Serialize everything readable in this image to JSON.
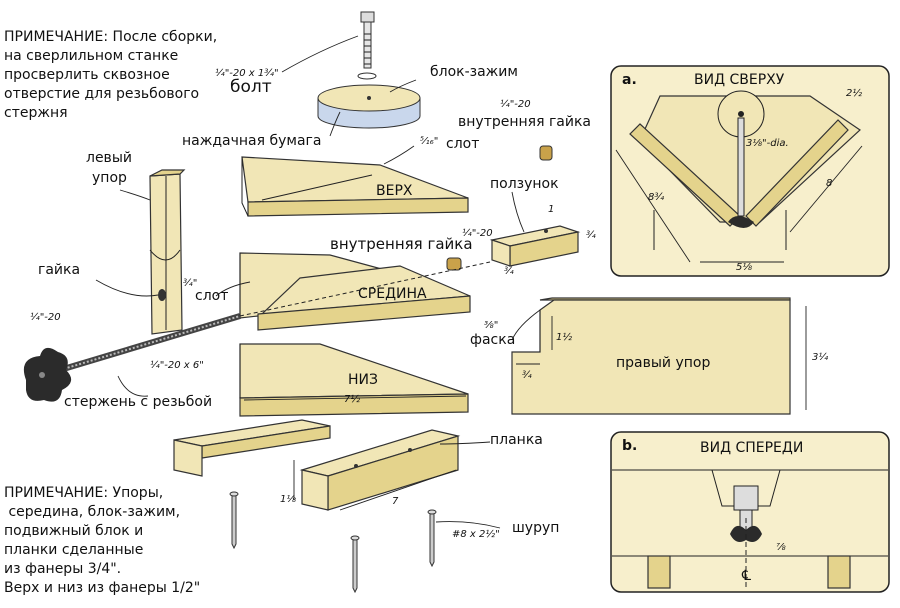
{
  "notes": {
    "top": "ПРИМЕЧАНИЕ: После сборки,\nна сверлильном станке\nпросверлить сквозное\nотверстие для резьбового\nстержня",
    "bottom": "ПРИМЕЧАНИЕ: Упоры,\n середина, блок-зажим,\nподвижный блок и\nпланки сделанные\nиз фанеры 3/4\".\nВерх и низ из фанеры 1/2\""
  },
  "labels": {
    "bolt_size": "¼\"-20 x 1¾\"",
    "bolt": "болт",
    "clamp_block": "блок-зажим",
    "sandpaper": "наждачная бумага",
    "slot_top_dim": "⁵⁄₁₆\"",
    "slot": "слот",
    "top": "ВЕРХ",
    "left_stop": "левый\nупор",
    "nut": "гайка",
    "insert_nut_size_1": "¼\"-20",
    "insert_nut_1": "внутренняя гайка",
    "slider": "ползунок",
    "insert_nut_size_2": "¼\"-20",
    "insert_nut_2": "внутренняя гайка",
    "slot_mid_dim": "¾\"",
    "slot_mid": "слот",
    "middle": "СРЕДИНА",
    "knob_size": "¼\"-20",
    "rod_size": "¼\"-20 x 6\"",
    "rod": "стержень с резьбой",
    "bottom_part": "НИЗ",
    "bottom_dim": "7½",
    "chamfer_dim": "⅜\"",
    "chamfer": "фаска",
    "right_stop": "правый упор",
    "strip": "планка",
    "screw_size": "#8 x 2½\"",
    "screw": "шуруп",
    "strip_height": "1⅛",
    "strip_len": "7",
    "slider_w": "1",
    "slider_h": "¾",
    "slider_d": "¾",
    "rs_notch": "1½",
    "rs_h": "3¼",
    "rs_w": "¾"
  },
  "view_a": {
    "letter": "a.",
    "title": "ВИД СВЕРХУ",
    "dim_top": "2½",
    "disc": "3⅛\"-dia.",
    "dim_left": "8¾",
    "dim_right": "8",
    "dim_bottom": "5⅛"
  },
  "view_b": {
    "letter": "b.",
    "title": "ВИД СПЕРЕДИ",
    "dim": "⅞",
    "cl": "℄"
  },
  "colors": {
    "wood": "#f1e6b6",
    "wood_edge": "#e4d38c",
    "sandpaper": "#c9d7ec",
    "knob": "#2b2b2b",
    "brass": "#c9a24a"
  }
}
